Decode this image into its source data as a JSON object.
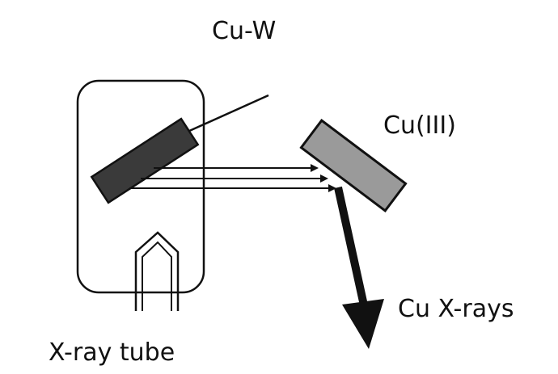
{
  "labels": {
    "target": "Cu-W",
    "crystal": "Cu(III)",
    "output": "Cu X-rays",
    "tube": "X-ray tube"
  },
  "colors": {
    "line": "#111111",
    "target_fill": "#3a3a3a",
    "crystal_fill": "#9a9a9a",
    "background": "#ffffff"
  }
}
